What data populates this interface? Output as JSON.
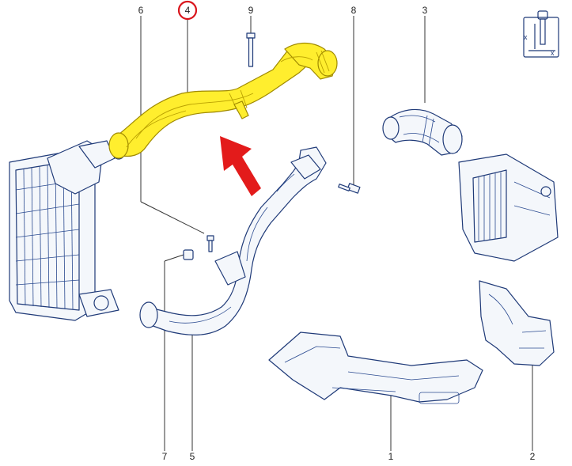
{
  "callouts": {
    "c1": "1",
    "c2": "2",
    "c3": "3",
    "c4": "4",
    "c5": "5",
    "c6": "6",
    "c7": "7",
    "c8": "8",
    "c9": "9"
  },
  "highlight": {
    "part_number": "4",
    "fill_color": "#ffee2e",
    "ring_color": "#d9141b",
    "arrow_color": "#e31b1b"
  },
  "legend_icon": {
    "labels": [
      "x",
      "x"
    ]
  }
}
